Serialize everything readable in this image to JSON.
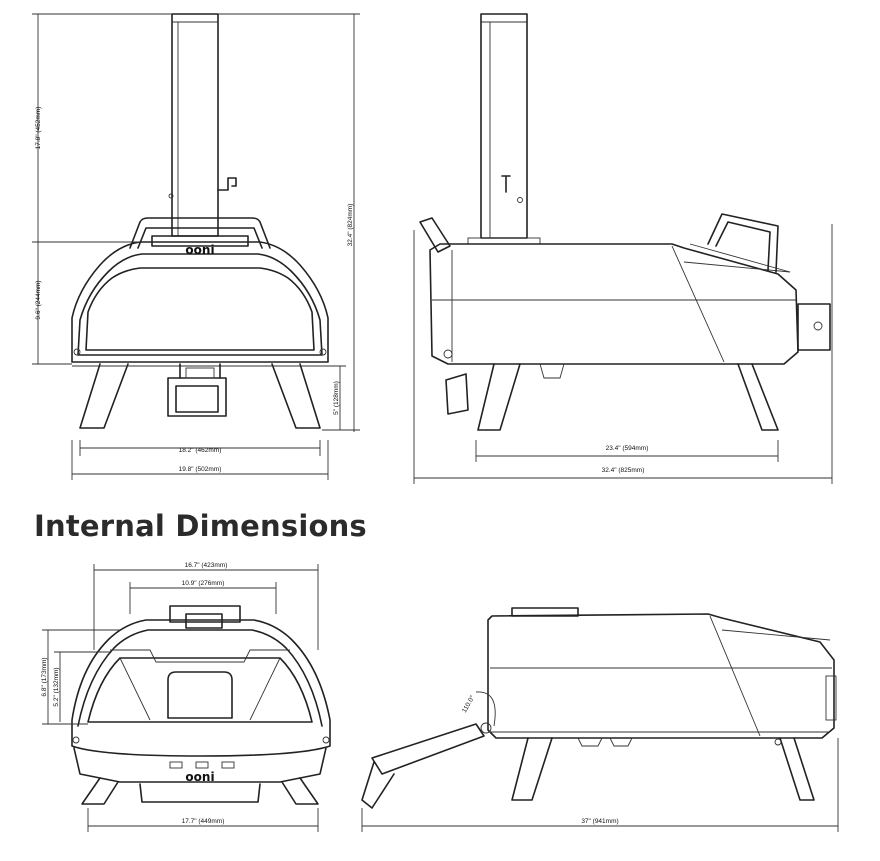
{
  "section_heading": "Internal Dimensions",
  "brand_logo_text": "ooni",
  "front_view": {
    "chimney_height": "17.8\" (452mm)",
    "body_height": "9.6\" (244mm)",
    "total_height": "32.4\" (824mm)",
    "leg_height": "5\" (128mm)",
    "leg_span": "18.2\" (462mm)",
    "total_width": "19.8\" (502mm)"
  },
  "side_view": {
    "leg_span": "23.4\" (594mm)",
    "total_depth": "32.4\" (825mm)"
  },
  "internal_front_view": {
    "internal_width": "16.7\" (423mm)",
    "door_opening_width": "10.9\" (276mm)",
    "internal_height": "6.8\" (173mm)",
    "door_opening_height": "5.2\" (132mm)",
    "base_width": "17.7\" (449mm)"
  },
  "internal_side_view": {
    "door_angle": "110.0°",
    "total_depth_open": "37\" (941mm)"
  }
}
